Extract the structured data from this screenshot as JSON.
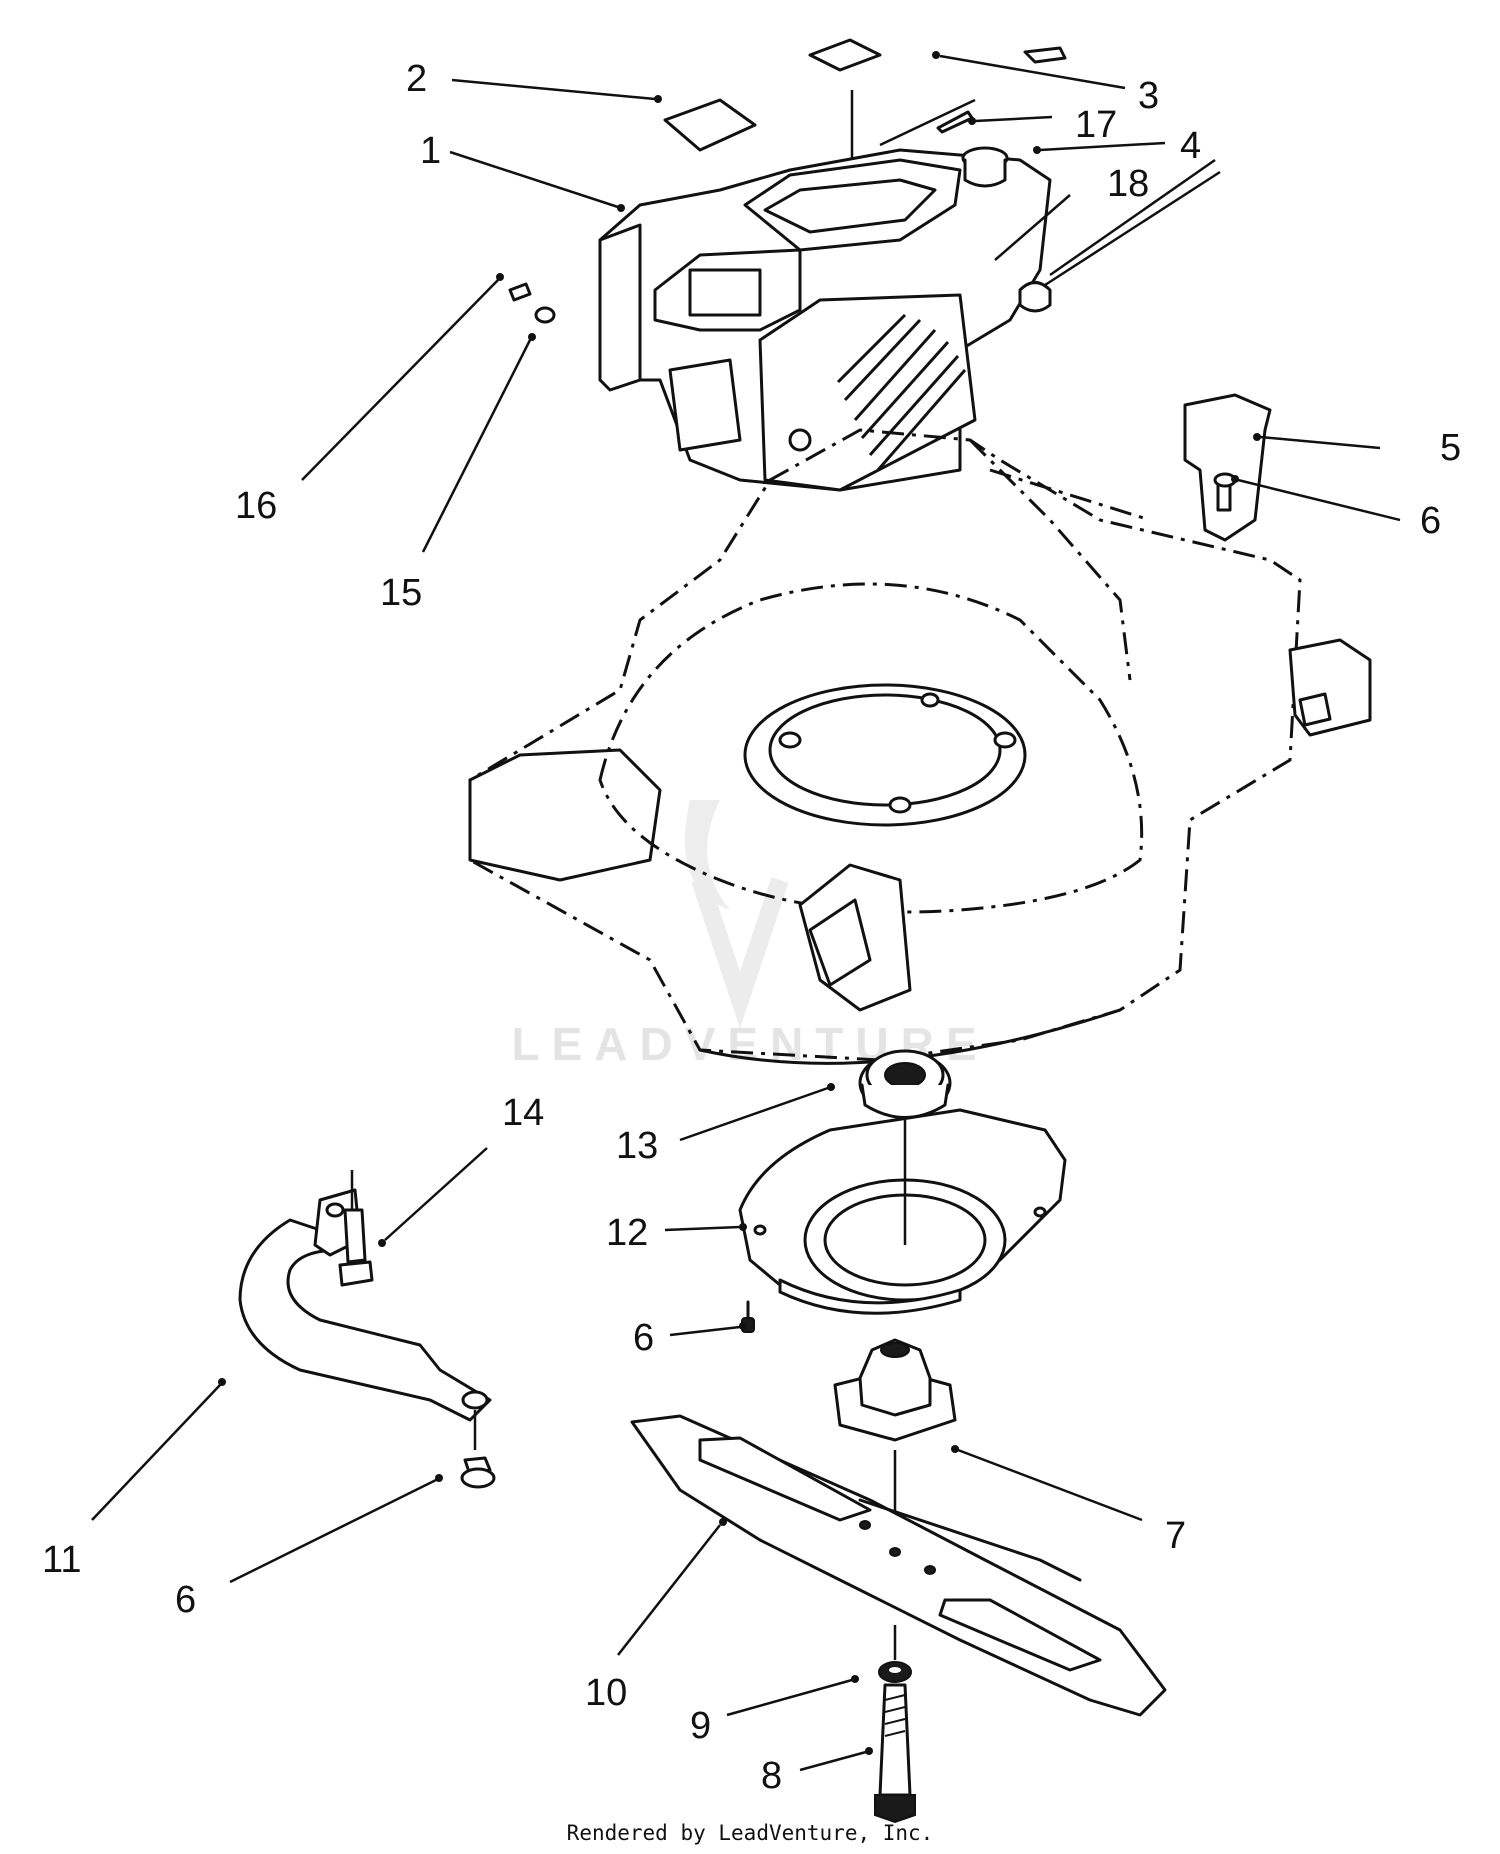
{
  "diagram": {
    "callouts": [
      {
        "label": "1"
      },
      {
        "label": "2"
      },
      {
        "label": "3"
      },
      {
        "label": "17"
      },
      {
        "label": "4"
      },
      {
        "label": "18"
      },
      {
        "label": "5"
      },
      {
        "label": "6"
      },
      {
        "label": "16"
      },
      {
        "label": "15"
      },
      {
        "label": "14"
      },
      {
        "label": "13"
      },
      {
        "label": "12"
      },
      {
        "label": "6"
      },
      {
        "label": "11"
      },
      {
        "label": "6"
      },
      {
        "label": "7"
      },
      {
        "label": "10"
      },
      {
        "label": "9"
      },
      {
        "label": "8"
      }
    ],
    "watermark": "LEADVENTURE",
    "footer": "Rendered by LeadVenture, Inc."
  }
}
